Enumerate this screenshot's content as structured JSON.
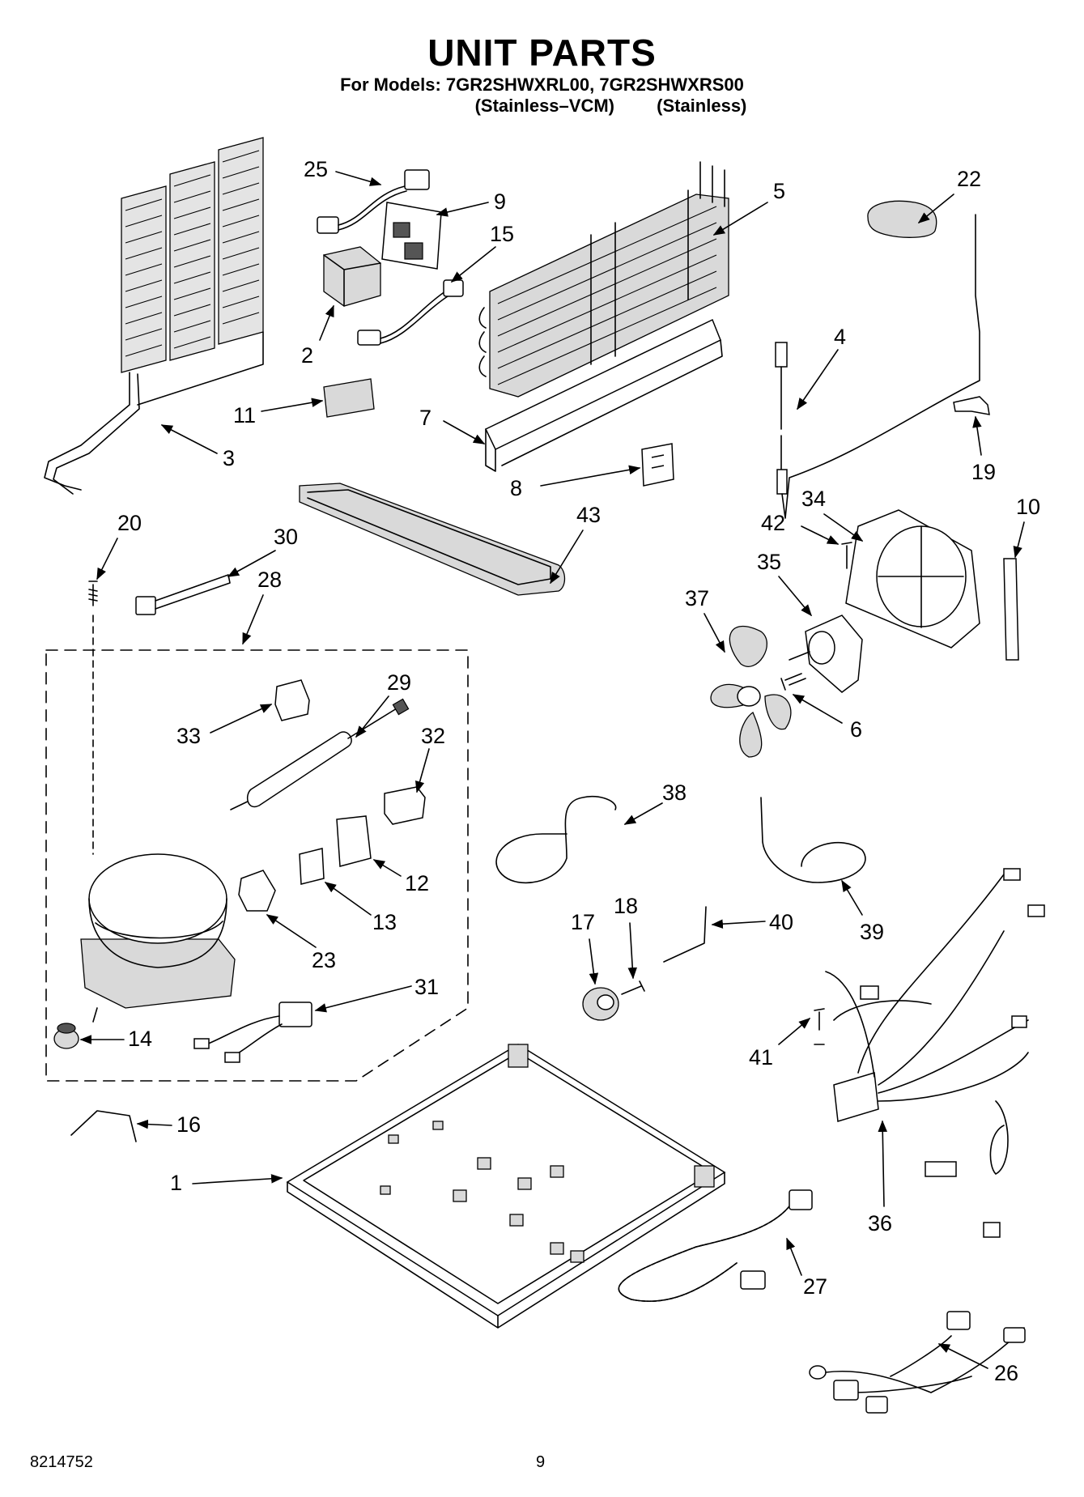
{
  "header": {
    "title": "UNIT PARTS",
    "models": "For Models: 7GR2SHWXRL00, 7GR2SHWXRS00",
    "finish_1": "(Stainless–VCM)",
    "finish_2": "(Stainless)"
  },
  "callouts": [
    "1",
    "2",
    "3",
    "4",
    "5",
    "6",
    "7",
    "8",
    "9",
    "10",
    "11",
    "12",
    "13",
    "14",
    "15",
    "16",
    "17",
    "18",
    "19",
    "20",
    "22",
    "23",
    "25",
    "26",
    "27",
    "28",
    "29",
    "30",
    "31",
    "32",
    "33",
    "34",
    "35",
    "36",
    "37",
    "38",
    "39",
    "40",
    "41",
    "42",
    "43"
  ],
  "footer": {
    "document_number": "8214752",
    "page_number": "9"
  }
}
